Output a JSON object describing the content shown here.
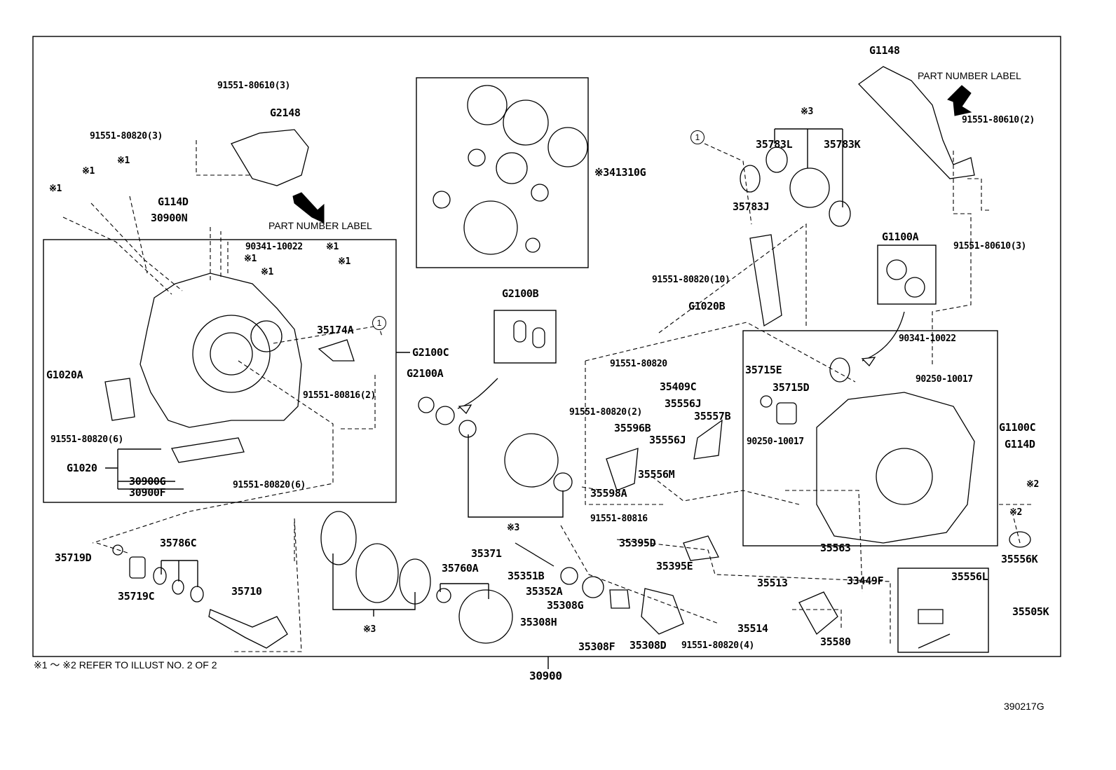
{
  "diagram": {
    "footnote": "※1 ～ ※2 REFER TO ILLUST NO. 2 OF 2",
    "main_part": "30900",
    "illustration_code": "390217G",
    "callouts": {
      "part_number_label_left": "PART NUMBER LABEL",
      "part_number_label_right": "PART NUMBER LABEL",
      "circle_one": "1"
    },
    "parts": {
      "p_91551_80610_3_top": "91551-80610(3)",
      "p_G2148": "G2148",
      "p_91551_80820_3": "91551-80820(3)",
      "p_note1_a": "※1",
      "p_note1_b": "※1",
      "p_note1_c": "※1",
      "p_G114D_left": "G114D",
      "p_30900N": "30900N",
      "p_90341_10022_left": "90341-10022",
      "p_note1_d": "※1",
      "p_note1_e": "※1",
      "p_note1_f": "※1",
      "p_note1_g": "※1",
      "p_35174A": "35174A",
      "p_G2100C": "G2100C",
      "p_G1020A": "G1020A",
      "p_91551_80816_2": "91551-80816(2)",
      "p_91551_80820_6_a": "91551-80820(6)",
      "p_G1020": "G1020",
      "p_30900G": "30900G",
      "p_30900F": "30900F",
      "p_91551_80820_6_b": "91551-80820(6)",
      "p_41310G": "※341310G",
      "p_G2100B": "G2100B",
      "p_G2100A": "G2100A",
      "p_note3_mid": "※3",
      "p_35719D": "35719D",
      "p_35786C": "35786C",
      "p_35719C": "35719C",
      "p_35710": "35710",
      "p_note3_low": "※3",
      "p_35760A": "35760A",
      "p_35371": "35371",
      "p_35351B": "35351B",
      "p_35352A": "35352A",
      "p_35308G": "35308G",
      "p_35308H": "35308H",
      "p_35308F": "35308F",
      "p_35308D": "35308D",
      "p_91551_80820_4": "91551-80820(4)",
      "p_G1148": "G1148",
      "p_91551_80610_2": "91551-80610(2)",
      "p_91551_80610_3_right": "91551-80610(3)",
      "p_note3_right": "※3",
      "p_35783L": "35783L",
      "p_35783K": "35783K",
      "p_35783J": "35783J",
      "p_91551_80820_10": "91551-80820(10)",
      "p_G1020B": "G1020B",
      "p_G1100A": "G1100A",
      "p_91551_80820": "91551-80820",
      "p_35715E": "35715E",
      "p_35715D": "35715D",
      "p_35409C": "35409C",
      "p_91551_80820_2": "91551-80820(2)",
      "p_35556J_a": "35556J",
      "p_35557B": "35557B",
      "p_35596B": "35596B",
      "p_35556J_b": "35556J",
      "p_90250_10017_a": "90250-10017",
      "p_35556M": "35556M",
      "p_35598A": "35598A",
      "p_90341_10022_right": "90341-10022",
      "p_90250_10017_b": "90250-10017",
      "p_G1100C": "G1100C",
      "p_G114D_right": "G114D",
      "p_note2_a": "※2",
      "p_note2_b": "※2",
      "p_91551_80816": "91551-80816",
      "p_35395D": "35395D",
      "p_35395E": "35395E",
      "p_35563": "35563",
      "p_33449F": "33449F",
      "p_35556K": "35556K",
      "p_35513": "35513",
      "p_35514": "35514",
      "p_35580": "35580",
      "p_35556L": "35556L",
      "p_35505K": "35505K"
    }
  }
}
